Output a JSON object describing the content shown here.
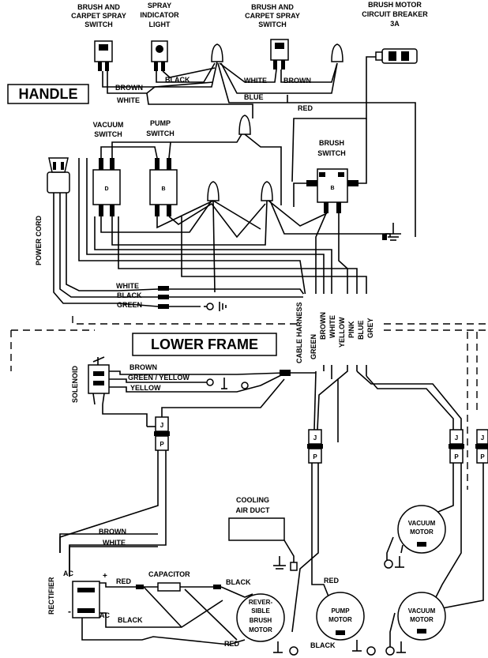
{
  "labels": {
    "brush_carpet_switch_1": [
      "BRUSH AND",
      "CARPET SPRAY",
      "SWITCH"
    ],
    "spray_indicator": [
      "SPRAY",
      "INDICATOR",
      "LIGHT"
    ],
    "brush_carpet_switch_2": [
      "BRUSH AND",
      "CARPET SPRAY",
      "SWITCH"
    ],
    "brush_motor_breaker": [
      "BRUSH MOTOR",
      "CIRCUIT BREAKER",
      "3A"
    ],
    "handle": "HANDLE",
    "vacuum_switch": [
      "VACUUM",
      "SWITCH"
    ],
    "pump_switch": [
      "PUMP",
      "SWITCH"
    ],
    "brush_switch": [
      "BRUSH",
      "SWITCH"
    ],
    "power_cord": "POWER CORD",
    "lower_frame": "LOWER FRAME",
    "cable_harness": "CABLE HARNESS",
    "solenoid": "SOLENOID",
    "cooling_air_duct": [
      "COOLING",
      "AIR DUCT"
    ],
    "vacuum_motor_1": [
      "VACUUM",
      "MOTOR"
    ],
    "vacuum_motor_2": [
      "VACUUM",
      "MOTOR"
    ],
    "pump_motor": [
      "PUMP",
      "MOTOR"
    ],
    "reversible_brush_motor": [
      "REVER-",
      "SIBLE",
      "BRUSH",
      "MOTOR"
    ],
    "rectifier": "RECTIFIER",
    "capacitor": "CAPACITOR",
    "ac_top": "AC",
    "ac_bottom": "AC",
    "plus": "+",
    "minus": "-"
  },
  "wire_labels": {
    "handle_brown": "BROWN",
    "handle_white": "WHITE",
    "handle_black": "BLACK",
    "handle_white2": "WHITE",
    "handle_brown2": "BROWN",
    "handle_blue": "BLUE",
    "handle_red": "RED",
    "cord_white": "WHITE",
    "cord_black": "BLACK",
    "cord_green": "GREEN",
    "sol_brown": "BROWN",
    "sol_green_yellow": "GREEN / YELLOW",
    "sol_yellow": "YELLOW",
    "rect_brown": "BROWN",
    "rect_white": "WHITE",
    "rect_red": "RED",
    "cap_black": "BLACK",
    "rect_black": "BLACK",
    "brush_red": "RED",
    "pump_red": "RED",
    "pump_black": "BLACK"
  },
  "harness_colors": [
    "GREEN",
    "BROWN",
    "WHITE",
    "YELLOW",
    "PINK",
    "BLUE",
    "GREY"
  ],
  "connector_marks": [
    "J",
    "P",
    "J",
    "P",
    "J",
    "P",
    "J",
    "P"
  ]
}
